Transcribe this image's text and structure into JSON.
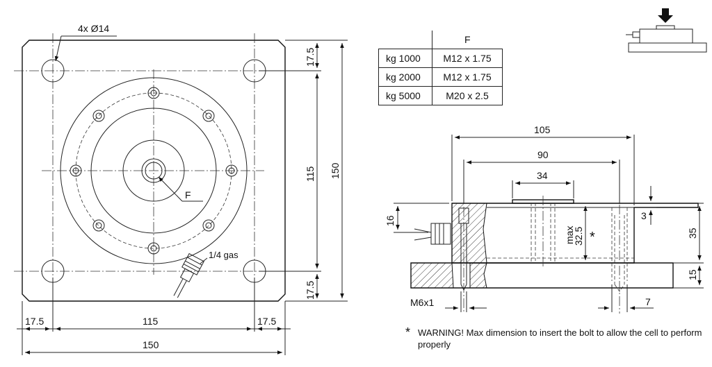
{
  "top_view": {
    "holes_label": "4x Ø14",
    "thread_label": "F",
    "gas_label": "1/4 gas",
    "dim_right_top": "17.5",
    "dim_right_mid": "115",
    "dim_right_total": "150",
    "dim_right_bottom": "17.5",
    "dim_bottom_left": "17.5",
    "dim_bottom_mid": "115",
    "dim_bottom_right": "17.5",
    "dim_bottom_total": "150"
  },
  "table": {
    "header": "F",
    "rows": [
      {
        "load": "kg 1000",
        "thread": "M12 x 1.75"
      },
      {
        "load": "kg 2000",
        "thread": "M12 x 1.75"
      },
      {
        "load": "kg 5000",
        "thread": "M20 x 2.5"
      }
    ]
  },
  "side_view": {
    "dim_105": "105",
    "dim_90": "90",
    "dim_34": "34",
    "dim_16": "16",
    "dim_max": "max",
    "dim_325": "32.5",
    "star": "*",
    "dim_3": "3",
    "dim_35": "35",
    "dim_15": "15",
    "label_m6": "M6x1",
    "dim_7": "7"
  },
  "note": {
    "star": "*",
    "text": "WARNING! Max dimension to insert the bolt to allow the cell to perform properly"
  }
}
